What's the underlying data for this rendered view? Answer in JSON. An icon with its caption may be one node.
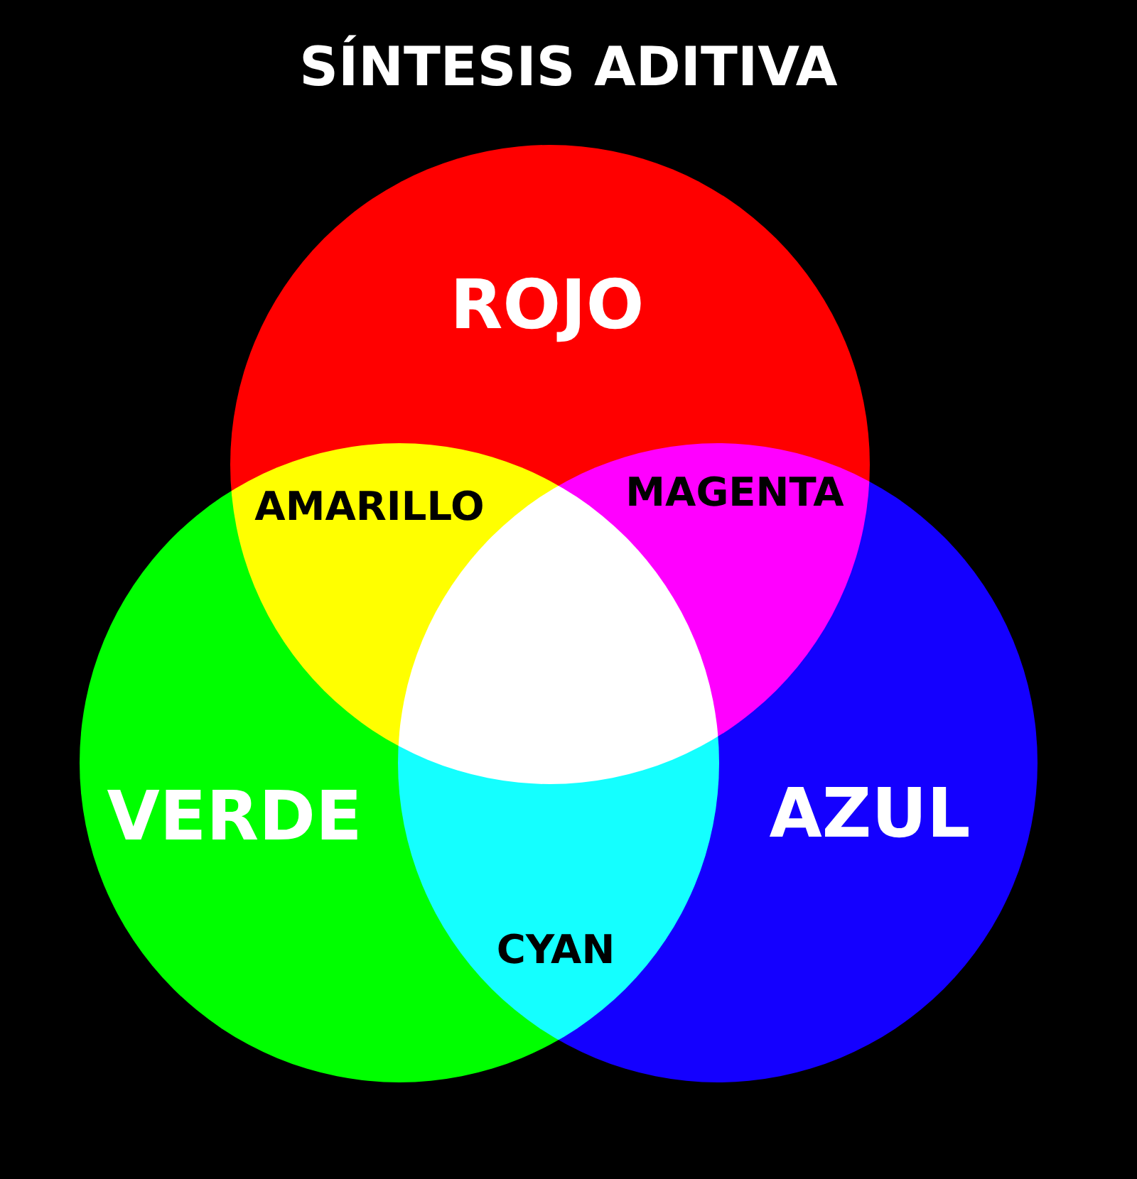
{
  "diagram": {
    "title": "SÍNTESIS ADITIVA",
    "nodes": [
      {
        "text": [
          "ROJO"
        ]
      },
      {
        "text": [
          "VERDE"
        ]
      },
      {
        "text": [
          "AZUL"
        ]
      }
    ],
    "labels": [
      "AMARILLO",
      "MAGENTA",
      "CYAN"
    ]
  }
}
